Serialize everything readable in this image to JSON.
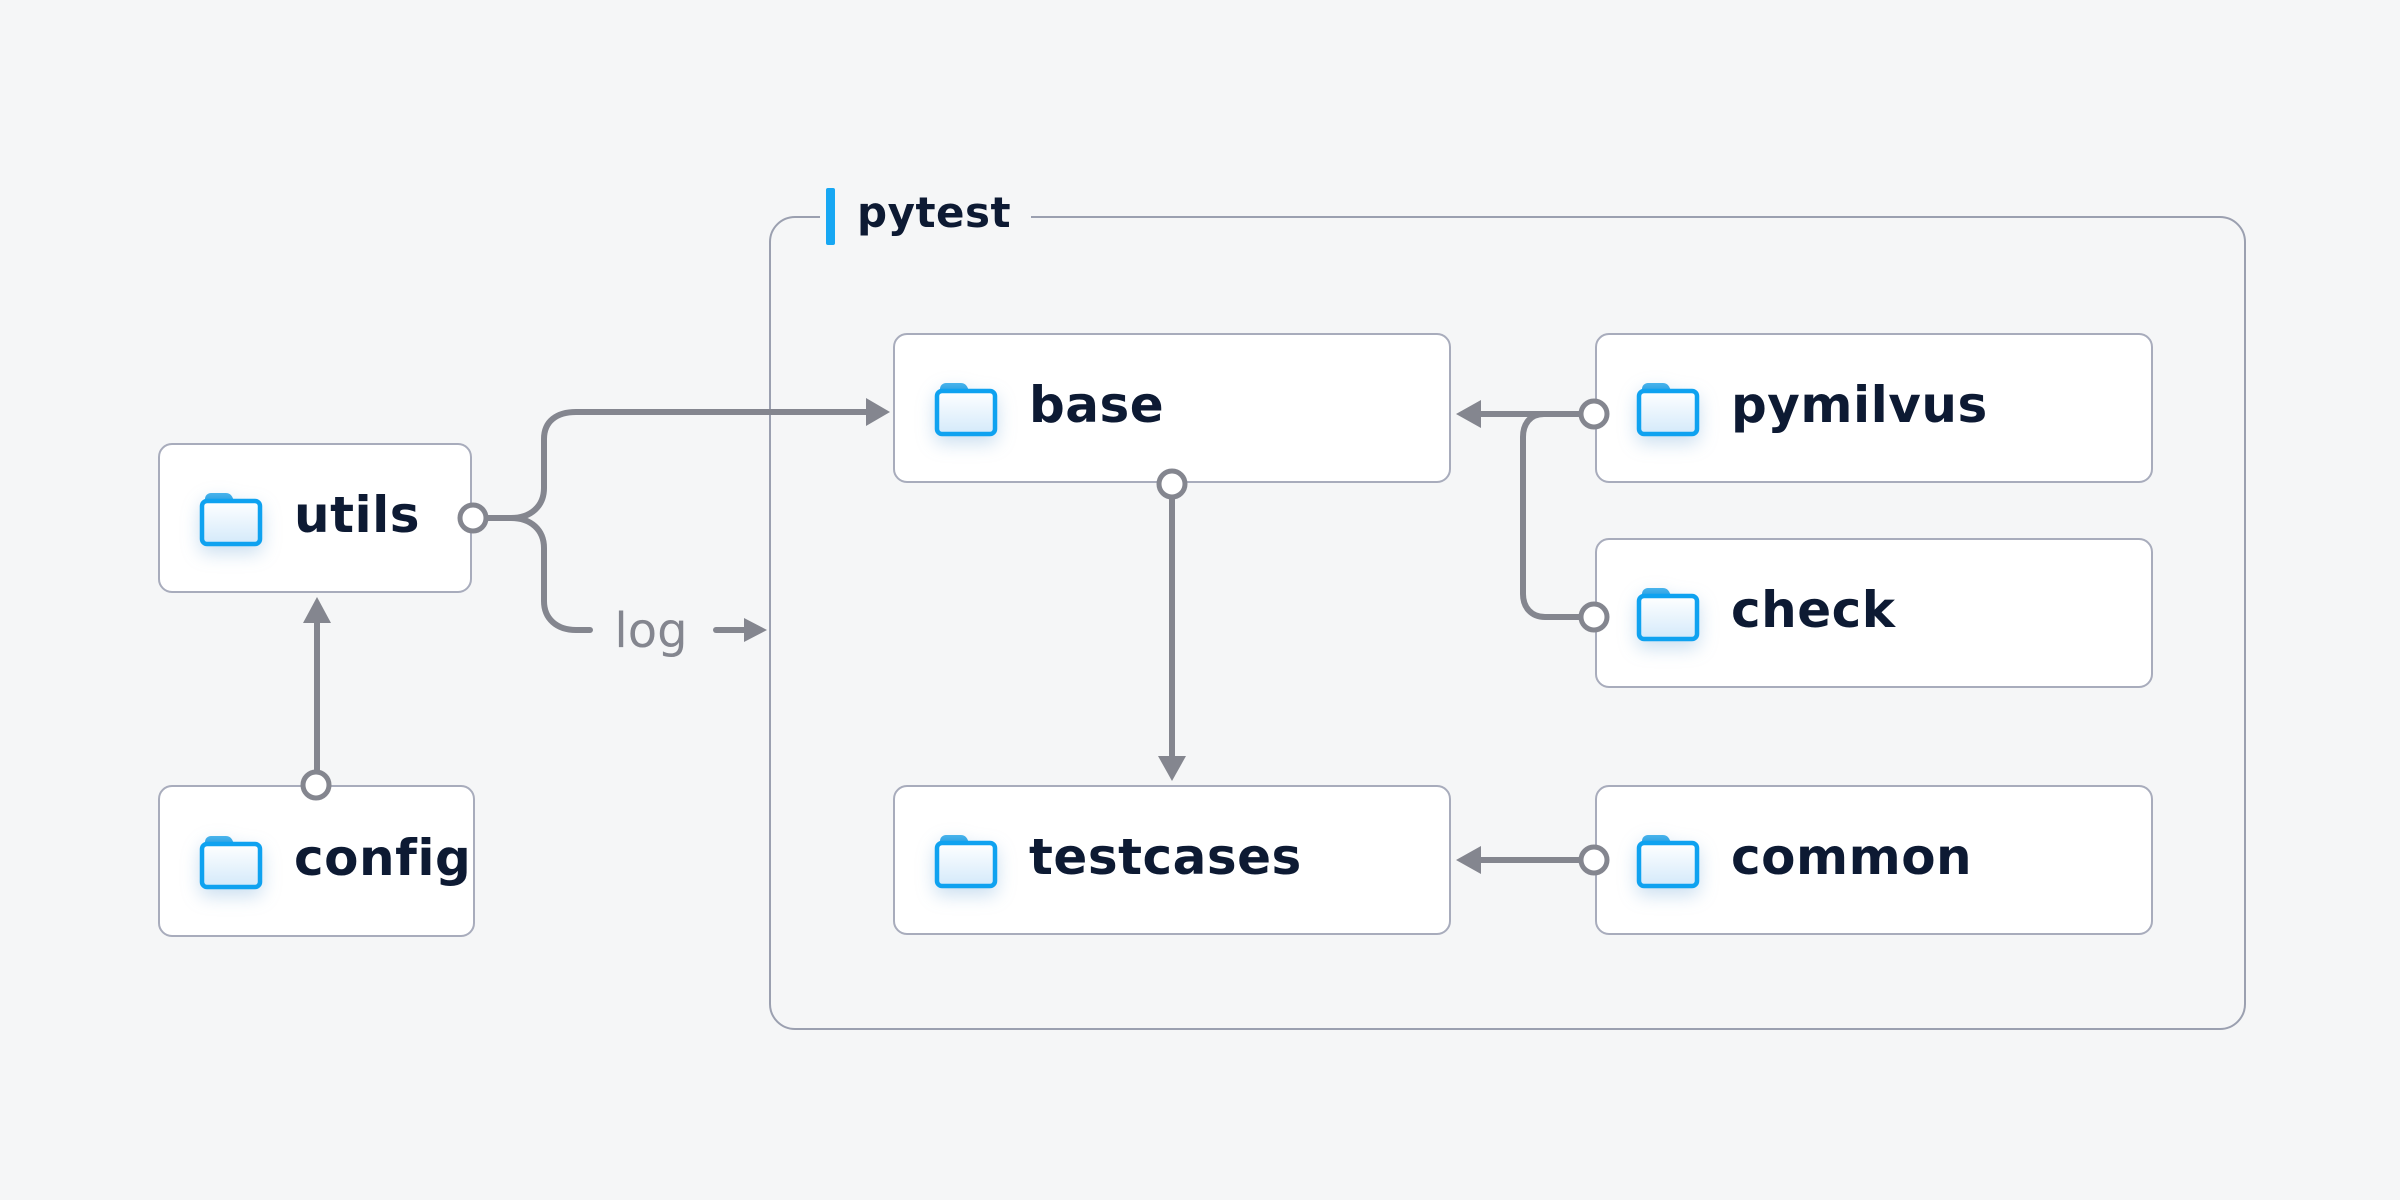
{
  "diagram": {
    "group": {
      "label": "pytest"
    },
    "nodes": {
      "utils": {
        "label": "utils",
        "icon": "folder-icon"
      },
      "config": {
        "label": "config",
        "icon": "folder-icon"
      },
      "base": {
        "label": "base",
        "icon": "folder-icon"
      },
      "pymilvus": {
        "label": "pymilvus",
        "icon": "folder-icon"
      },
      "check": {
        "label": "check",
        "icon": "folder-icon"
      },
      "testcases": {
        "label": "testcases",
        "icon": "folder-icon"
      },
      "common": {
        "label": "common",
        "icon": "folder-icon"
      }
    },
    "edges": [
      {
        "from": "config",
        "to": "utils"
      },
      {
        "from": "utils",
        "to": "base"
      },
      {
        "from": "utils",
        "to": "log",
        "label": "log"
      },
      {
        "from": "pymilvus",
        "to": "base"
      },
      {
        "from": "check",
        "to": "base"
      },
      {
        "from": "base",
        "to": "testcases"
      },
      {
        "from": "common",
        "to": "testcases"
      }
    ],
    "edge_label": "log",
    "colors": {
      "background": "#f5f6f7",
      "accent_blue": "#17a7f3",
      "text_navy": "#0d1a33",
      "line_gray": "#84868f",
      "box_border": "#a8acbc",
      "container_border": "#9ba0b0",
      "node_bg": "#ffffff",
      "folder_blue": "#0fa2f0",
      "folder_tab_blue": "#2f9fdd",
      "edge_label_gray": "#84868f"
    }
  }
}
